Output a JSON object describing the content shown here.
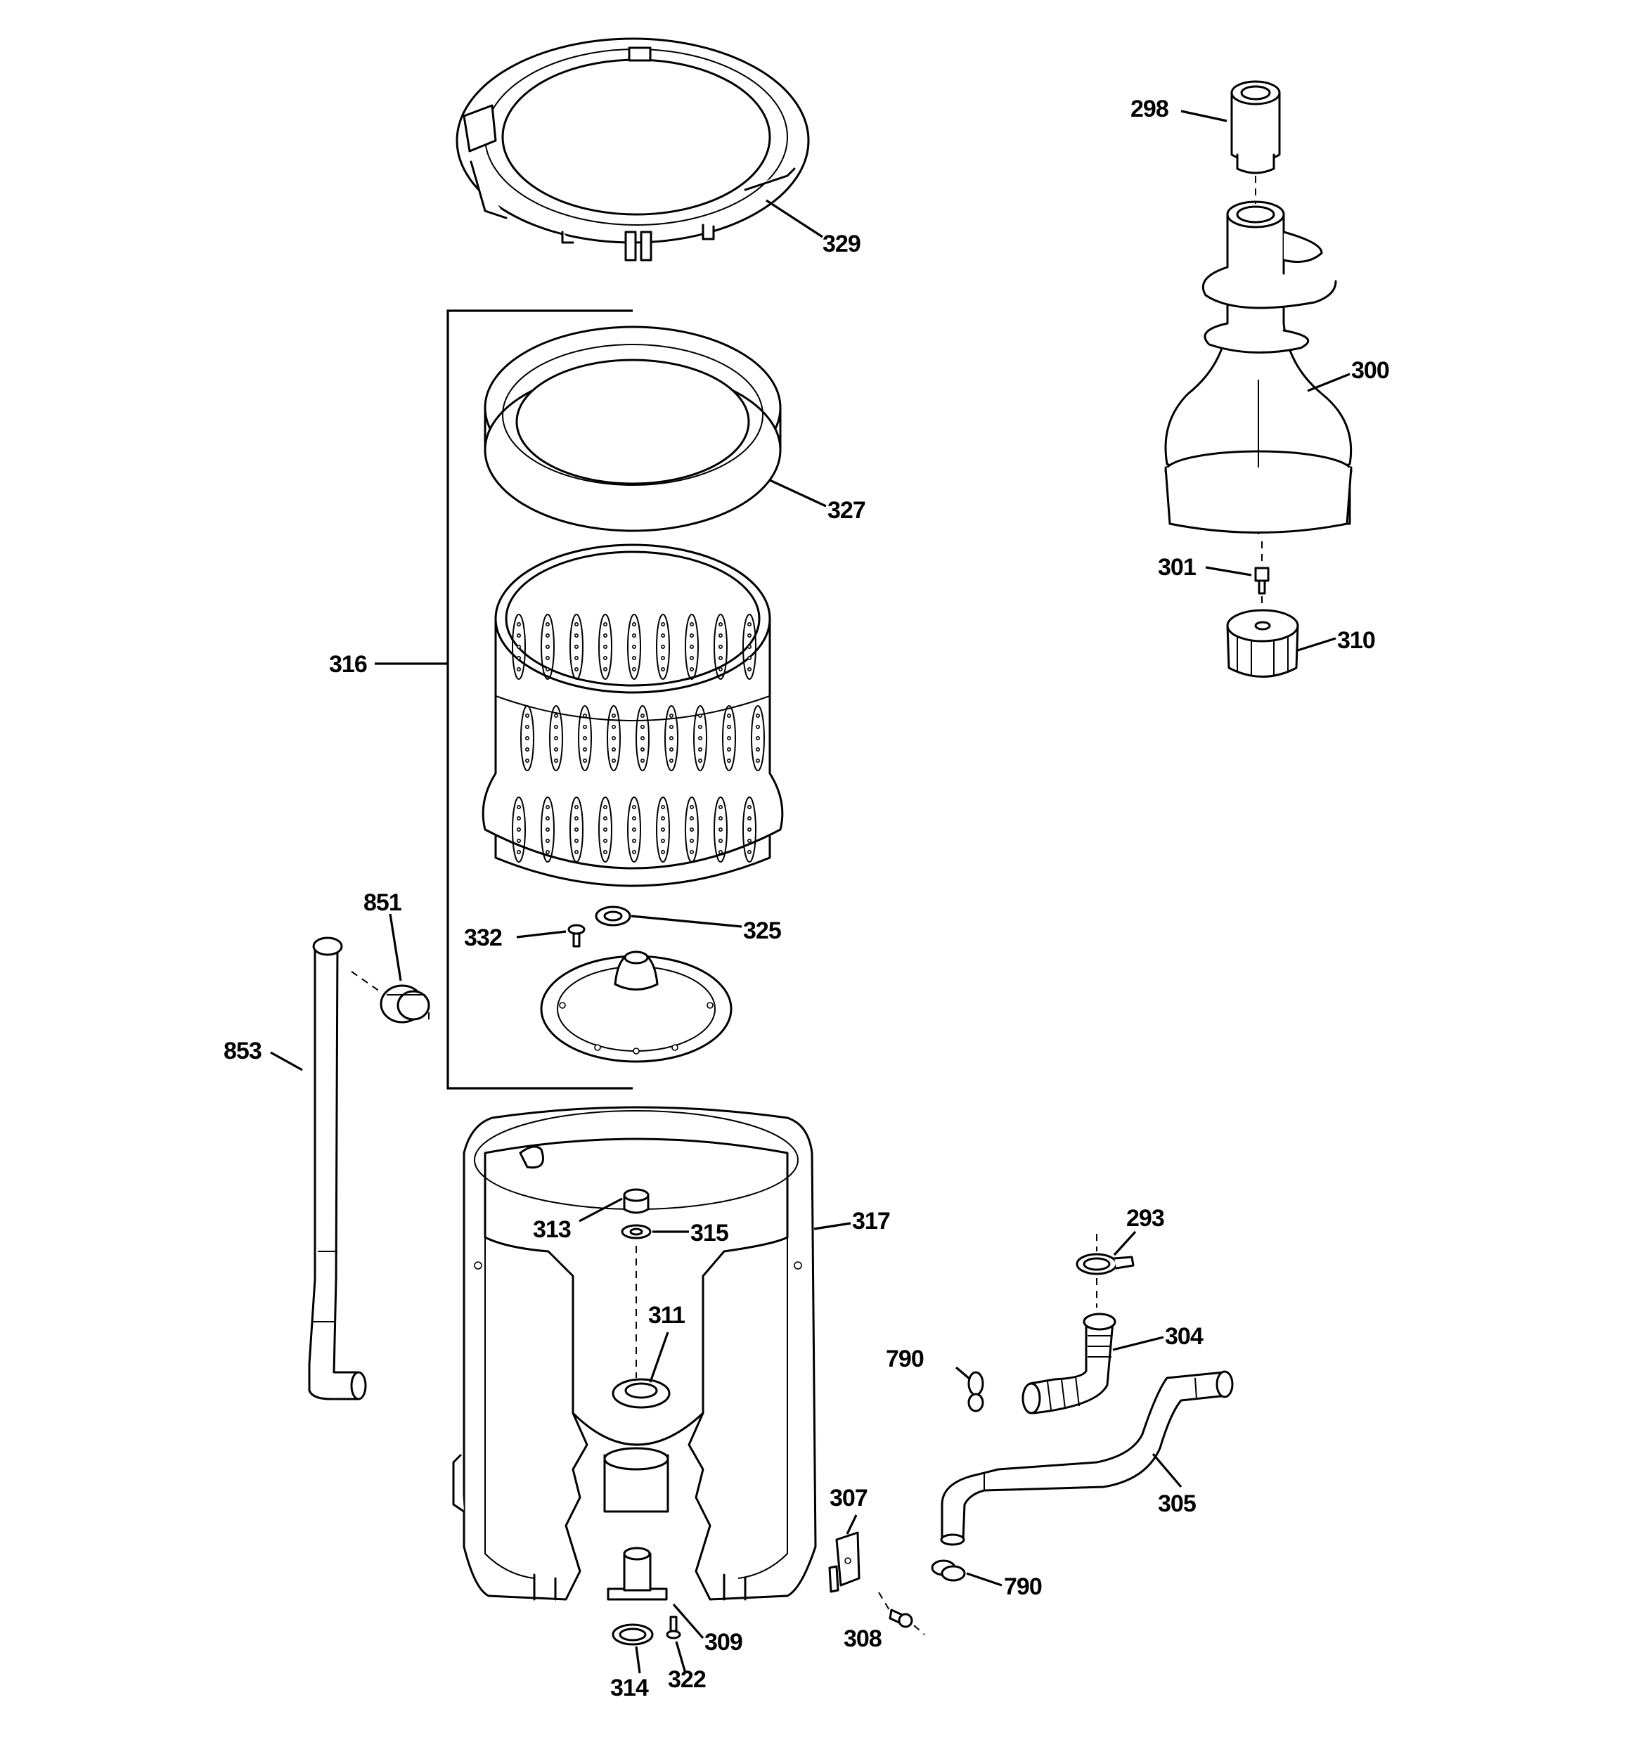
{
  "callouts": [
    {
      "id": "298",
      "text": "298"
    },
    {
      "id": "329",
      "text": "329"
    },
    {
      "id": "300",
      "text": "300"
    },
    {
      "id": "327",
      "text": "327"
    },
    {
      "id": "301",
      "text": "301"
    },
    {
      "id": "310",
      "text": "310"
    },
    {
      "id": "316",
      "text": "316"
    },
    {
      "id": "851",
      "text": "851"
    },
    {
      "id": "332",
      "text": "332"
    },
    {
      "id": "325",
      "text": "325"
    },
    {
      "id": "853",
      "text": "853"
    },
    {
      "id": "293",
      "text": "293"
    },
    {
      "id": "313",
      "text": "313"
    },
    {
      "id": "315",
      "text": "315"
    },
    {
      "id": "317",
      "text": "317"
    },
    {
      "id": "311",
      "text": "311"
    },
    {
      "id": "790a",
      "text": "790"
    },
    {
      "id": "304",
      "text": "304"
    },
    {
      "id": "305",
      "text": "305"
    },
    {
      "id": "307",
      "text": "307"
    },
    {
      "id": "790b",
      "text": "790"
    },
    {
      "id": "309",
      "text": "309"
    },
    {
      "id": "308",
      "text": "308"
    },
    {
      "id": "314",
      "text": "314"
    },
    {
      "id": "322",
      "text": "322"
    }
  ]
}
